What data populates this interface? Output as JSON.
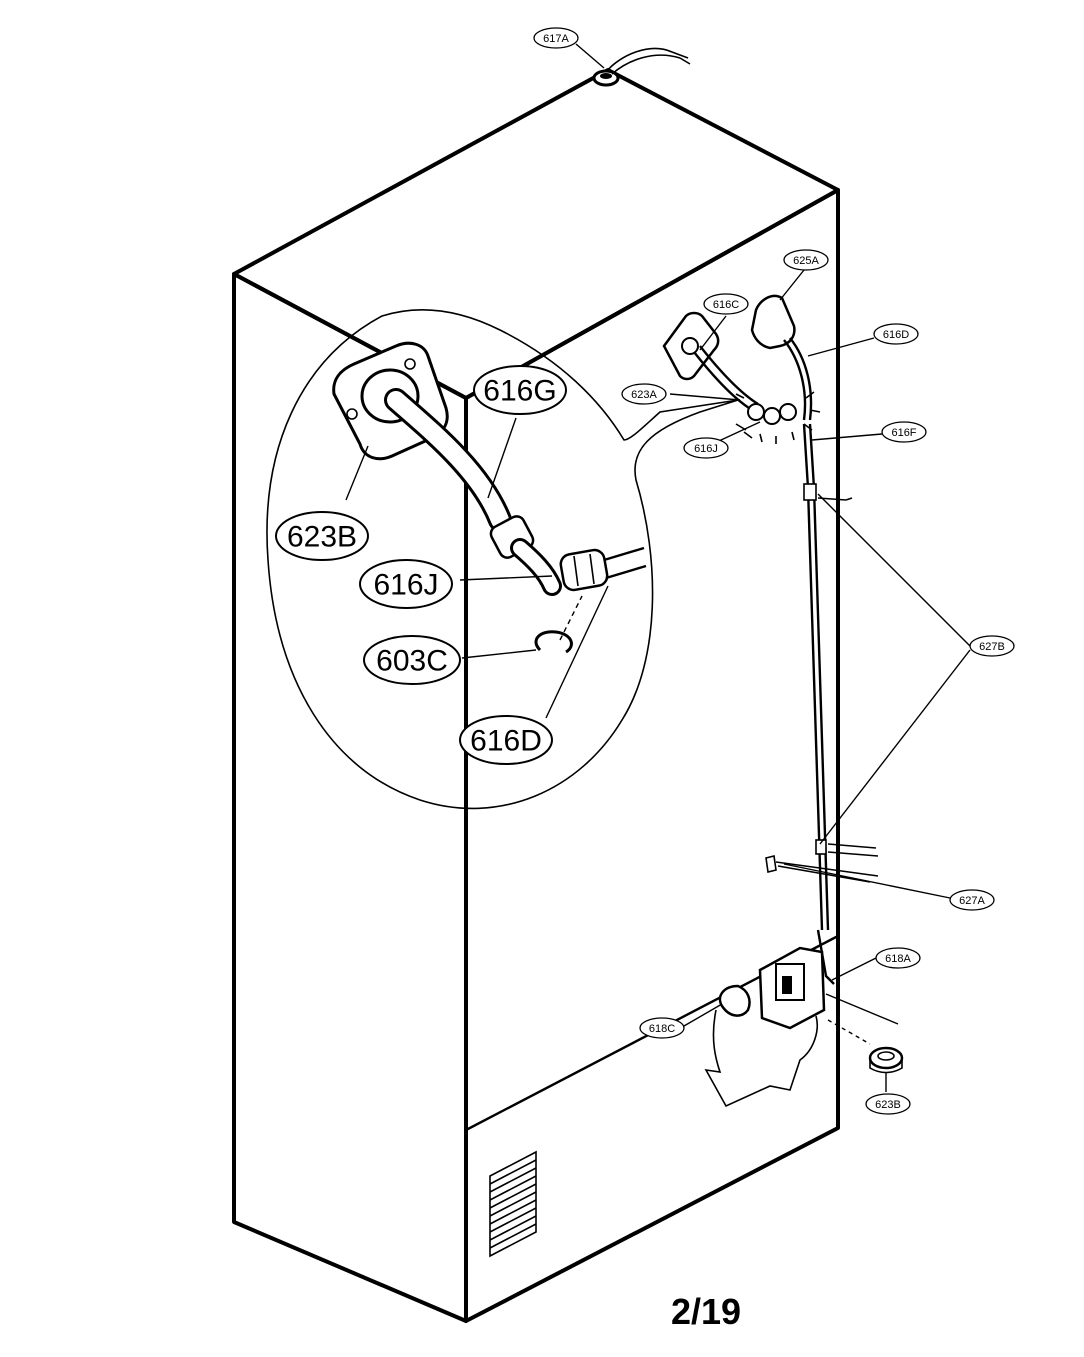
{
  "page_number": "2/19",
  "callouts_detail": {
    "c616G": "616G",
    "c623B": "623B",
    "c616J": "616J",
    "c603C": "603C",
    "c616D": "616D"
  },
  "callouts_main": {
    "c617A": "617A",
    "c625A": "625A",
    "c616C": "616C",
    "c616D": "616D",
    "c623A": "623A",
    "c616J": "616J",
    "c616F": "616F",
    "c627B": "627B",
    "c627A": "627A",
    "c618A": "618A",
    "c618C": "618C",
    "c623B": "623B"
  }
}
